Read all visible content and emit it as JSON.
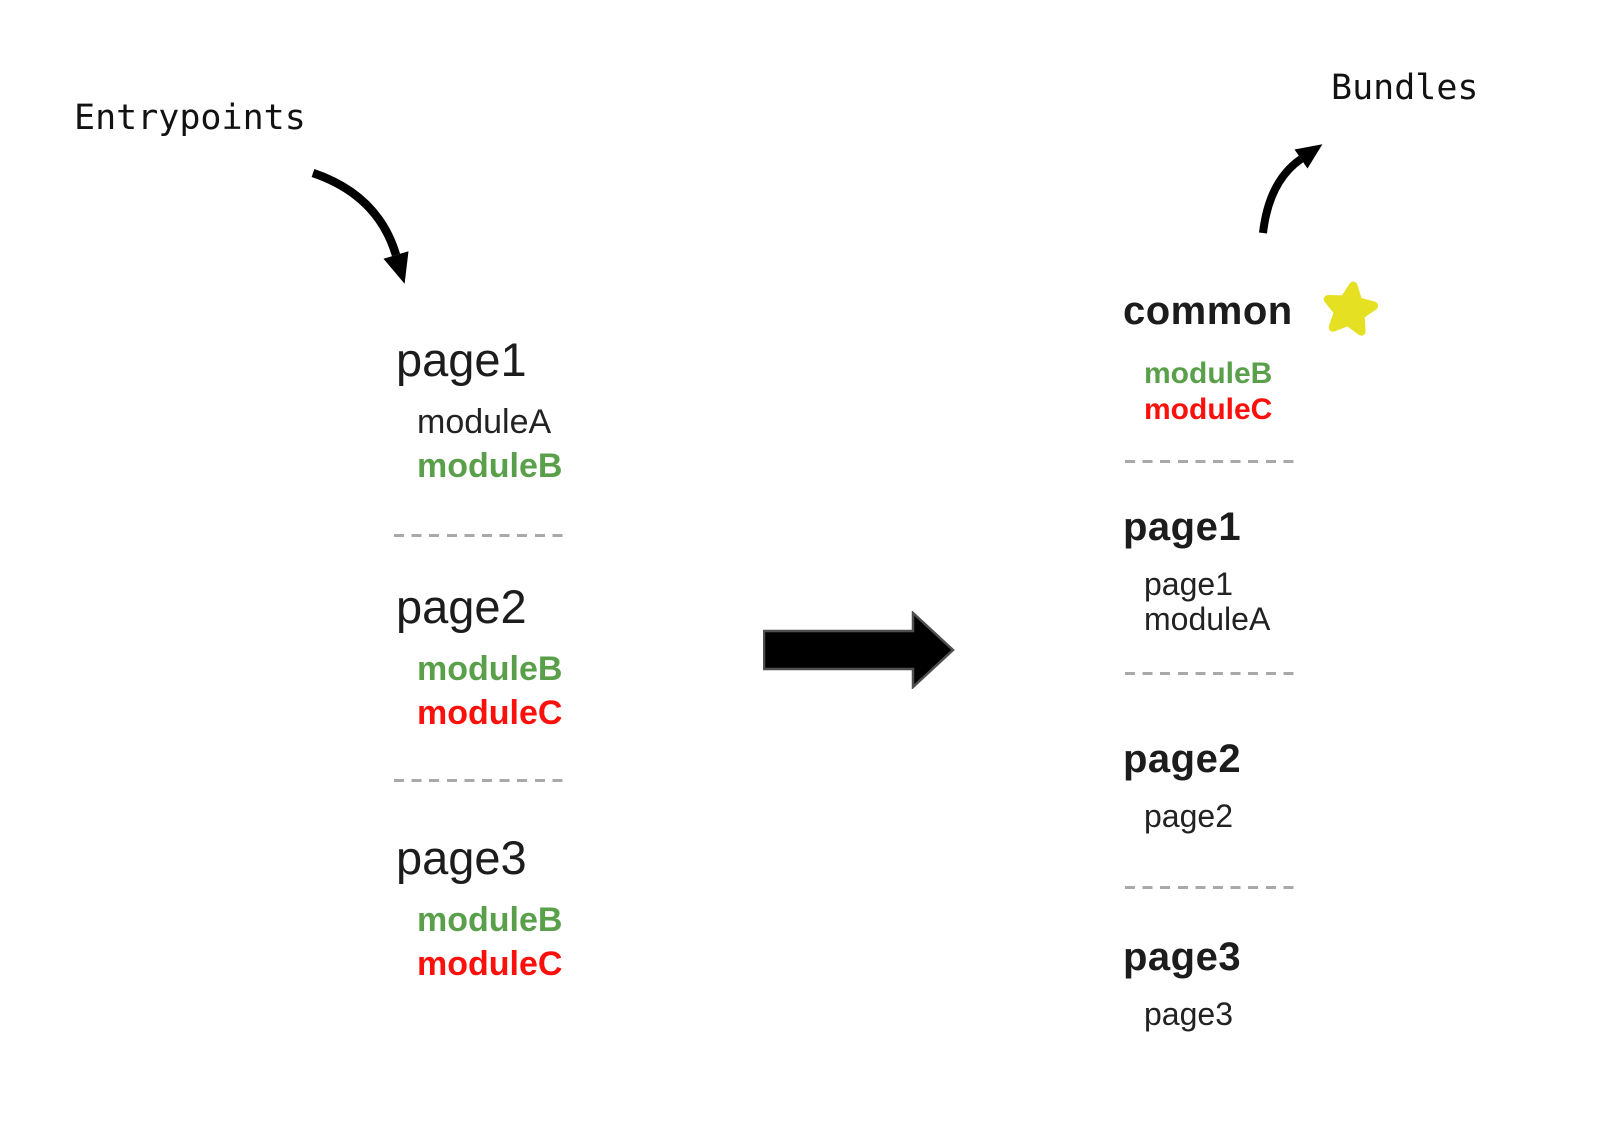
{
  "labels": {
    "entrypoints": "Entrypoints",
    "bundles": "Bundles"
  },
  "colors": {
    "text": "#1c1c1c",
    "item_text": "#222222",
    "green": "#5aa04b",
    "red": "#fb100c",
    "star": "#e5e021",
    "arrow": "#000000",
    "arrow_outline": "#4f4f4f",
    "divider": "#a9a9a9"
  },
  "entrypoints": {
    "groups": [
      {
        "title": "page1",
        "modules": [
          {
            "name": "moduleA",
            "color": "#222222"
          },
          {
            "name": "moduleB",
            "color": "#5aa04b"
          }
        ]
      },
      {
        "title": "page2",
        "modules": [
          {
            "name": "moduleB",
            "color": "#5aa04b"
          },
          {
            "name": "moduleC",
            "color": "#fb100c"
          }
        ]
      },
      {
        "title": "page3",
        "modules": [
          {
            "name": "moduleB",
            "color": "#5aa04b"
          },
          {
            "name": "moduleC",
            "color": "#fb100c"
          }
        ]
      }
    ]
  },
  "bundles": {
    "groups": [
      {
        "title": "common",
        "starred": true,
        "modules": [
          {
            "name": "moduleB",
            "color": "#5aa04b"
          },
          {
            "name": "moduleC",
            "color": "#fb100c"
          }
        ]
      },
      {
        "title": "page1",
        "modules": [
          {
            "name": "page1",
            "color": "#222222"
          },
          {
            "name": "moduleA",
            "color": "#222222"
          }
        ]
      },
      {
        "title": "page2",
        "modules": [
          {
            "name": "page2",
            "color": "#222222"
          }
        ]
      },
      {
        "title": "page3",
        "modules": [
          {
            "name": "page3",
            "color": "#222222"
          }
        ]
      }
    ]
  }
}
